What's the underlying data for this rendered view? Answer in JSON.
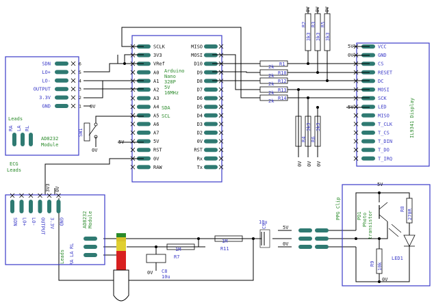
{
  "arduino": {
    "title_lines": [
      "Arduino",
      "Nano",
      "328P",
      "5V",
      "16MHz"
    ],
    "left_pins": [
      "SCLK",
      "3V3",
      "VRef",
      "A0",
      "A1",
      "A2",
      "A3",
      "A4",
      "A5",
      "A6",
      "A7",
      "5V",
      "RST",
      "0V",
      "RAW"
    ],
    "left_alt": {
      "A4": "SDA",
      "A5": "SCL"
    },
    "right_pins": [
      "MISO",
      "MOSI",
      "D10",
      "D9",
      "D8",
      "D7",
      "D6",
      "D5",
      "D4",
      "D3",
      "D2",
      "0V",
      "RST",
      "Rx",
      "Tx"
    ]
  },
  "ad8232_top": {
    "title_lines": [
      "AD8232",
      "Module"
    ],
    "pins": [
      "SDN",
      "LO+",
      "LO-",
      "OUTPUT",
      "3.3V",
      "GND"
    ],
    "pin_numbers": [
      "6",
      "5",
      "4",
      "3",
      "2",
      "1"
    ],
    "leads_label": "Leads",
    "lead_names": [
      "RA",
      "LA",
      "RL"
    ],
    "ecg_leads_label": [
      "ECG",
      "Leads"
    ]
  },
  "display": {
    "title": "IL9341 Display",
    "pins": [
      "VCC",
      "GND",
      "CS",
      "RESET",
      "DC",
      "MOSI",
      "SCK",
      "LED",
      "MISO",
      "T_CLK",
      "T_CS",
      "T_DIN",
      "T_DO",
      "T_IRQ"
    ]
  },
  "resistors_top": [
    "R1",
    "R10",
    "R12",
    "R13",
    "R14"
  ],
  "resistor_value_2k": "2k",
  "pullups_top": [
    "R2",
    "R3",
    "R5"
  ],
  "pullups_top_value": "3k3",
  "pulldowns": [
    "R4",
    "R6",
    "R5"
  ],
  "pulldown_value": "3k3",
  "switch": "SW1",
  "ad8232_bottom": {
    "title_lines": [
      "AD8232",
      "Module"
    ],
    "pins": [
      "SDN",
      "LO+",
      "LO-",
      "OUTPUT",
      "3.3V",
      "GND"
    ],
    "leads_label": "Leads",
    "lead_names": [
      "RA",
      "LA",
      "RL"
    ]
  },
  "filter": {
    "r7_value": "1M",
    "r7_name": "R7",
    "r11_value": "1M",
    "r11_name": "R11",
    "c8_name": "C8",
    "c8_value": "10u",
    "c9_name": "C9",
    "c9_value": "10u"
  },
  "ppg": {
    "clip_label": "PPG Clip",
    "photo_lines": [
      "PD1",
      "Photo",
      "transistor"
    ],
    "r8_name": "R8",
    "r8_value": "270R",
    "r9_name": "R9",
    "r9_value": "10k",
    "led_name": "LED1"
  },
  "power": {
    "v5": "5V",
    "v0": "0V",
    "v33": "3V3"
  }
}
